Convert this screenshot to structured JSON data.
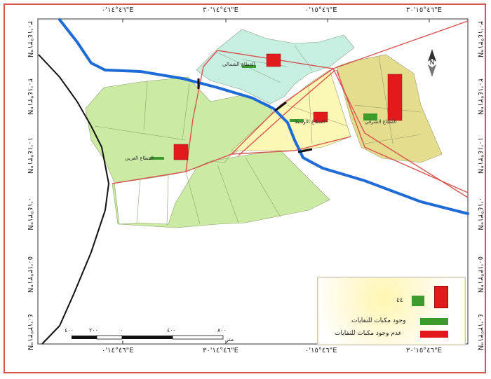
{
  "coords": {
    "top": [
      "٤٦°١٤'٠\"E",
      "٤٦°١٤'٣٠\"E",
      "٤٦°١٥'٠\"E",
      "٤٦°١٥'٣٠\"E"
    ],
    "bottom": [
      "٤٦°١٤'٠\"E",
      "٤٦°١٤'٣٠\"E",
      "٤٦°١٥'٠\"E",
      "٤٦°١٥'٣٠\"E"
    ],
    "left": [
      "٣١°١٤'٣٠\"N",
      "٣١°١٤'٢٠\"N",
      "٣١°١٤'١٠\"N",
      "٣١°١٤'٠\"N",
      "٣١°١٣'٥٠\"N",
      "٣١°١٣'٤٠\"N"
    ],
    "right": [
      "٣١°١٤'٣٠\"N",
      "٣١°١٤'٢٠\"N",
      "٣١°١٤'١٠\"N",
      "٣١°١٤'٠\"N",
      "٣١°١٣'٥٠\"N",
      "٣١°١٣'٤٠\"N"
    ]
  },
  "sectors": {
    "north": "القطاع الشمالي",
    "west": "القطاع الغربي",
    "center": "القطاع الأوسط",
    "east": "القطاع الشرقي"
  },
  "legend": {
    "number": "٤٤",
    "green_label": "وجود مكبات للنفايات",
    "red_label": "عدم وجود مكبات للنفايات",
    "colors": {
      "green": "#3b9b2b",
      "red": "#e31a1c"
    }
  },
  "scale": {
    "labels": [
      "٤٠٠",
      "٢٠٠",
      "٠",
      "٤٠٠",
      "٨٠٠"
    ],
    "unit": "متر"
  },
  "north_arrow": {
    "icon": "north-arrow-icon",
    "letters": "N"
  }
}
